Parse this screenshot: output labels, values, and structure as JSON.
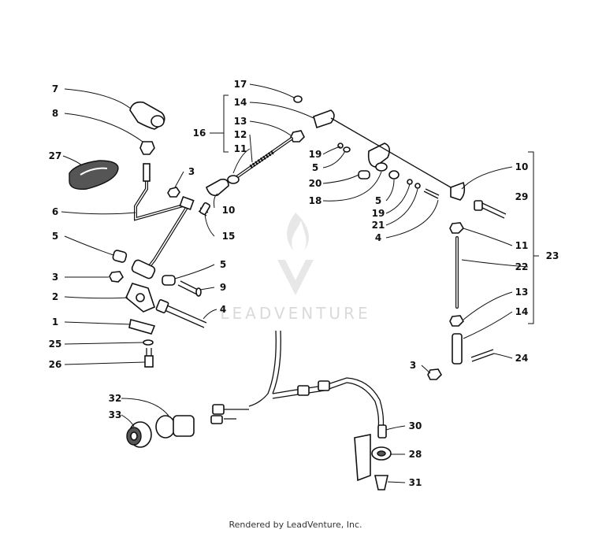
{
  "callouts": {
    "c7": "7",
    "c8": "8",
    "c27": "27",
    "c6": "6",
    "c3a": "3",
    "c10a": "10",
    "c15": "15",
    "c5a": "5",
    "c3b": "3",
    "c2": "2",
    "c5b": "5",
    "c9": "9",
    "c4a": "4",
    "c1": "1",
    "c25": "25",
    "c26": "26",
    "c17": "17",
    "c14a": "14",
    "c16": "16",
    "c13a": "13",
    "c12": "12",
    "c11a": "11",
    "c19a": "19",
    "c5c": "5",
    "c20": "20",
    "c18": "18",
    "c5d": "5",
    "c19b": "19",
    "c21": "21",
    "c4b": "4",
    "c10b": "10",
    "c29": "29",
    "c11b": "11",
    "c22": "22",
    "c23": "23",
    "c13b": "13",
    "c14b": "14",
    "c3c": "3",
    "c24": "24",
    "c30": "30",
    "c28": "28",
    "c31": "31",
    "c32": "32",
    "c33": "33"
  },
  "watermark": "LEADVENTURE",
  "footer": "Rendered by LeadVenture, Inc."
}
